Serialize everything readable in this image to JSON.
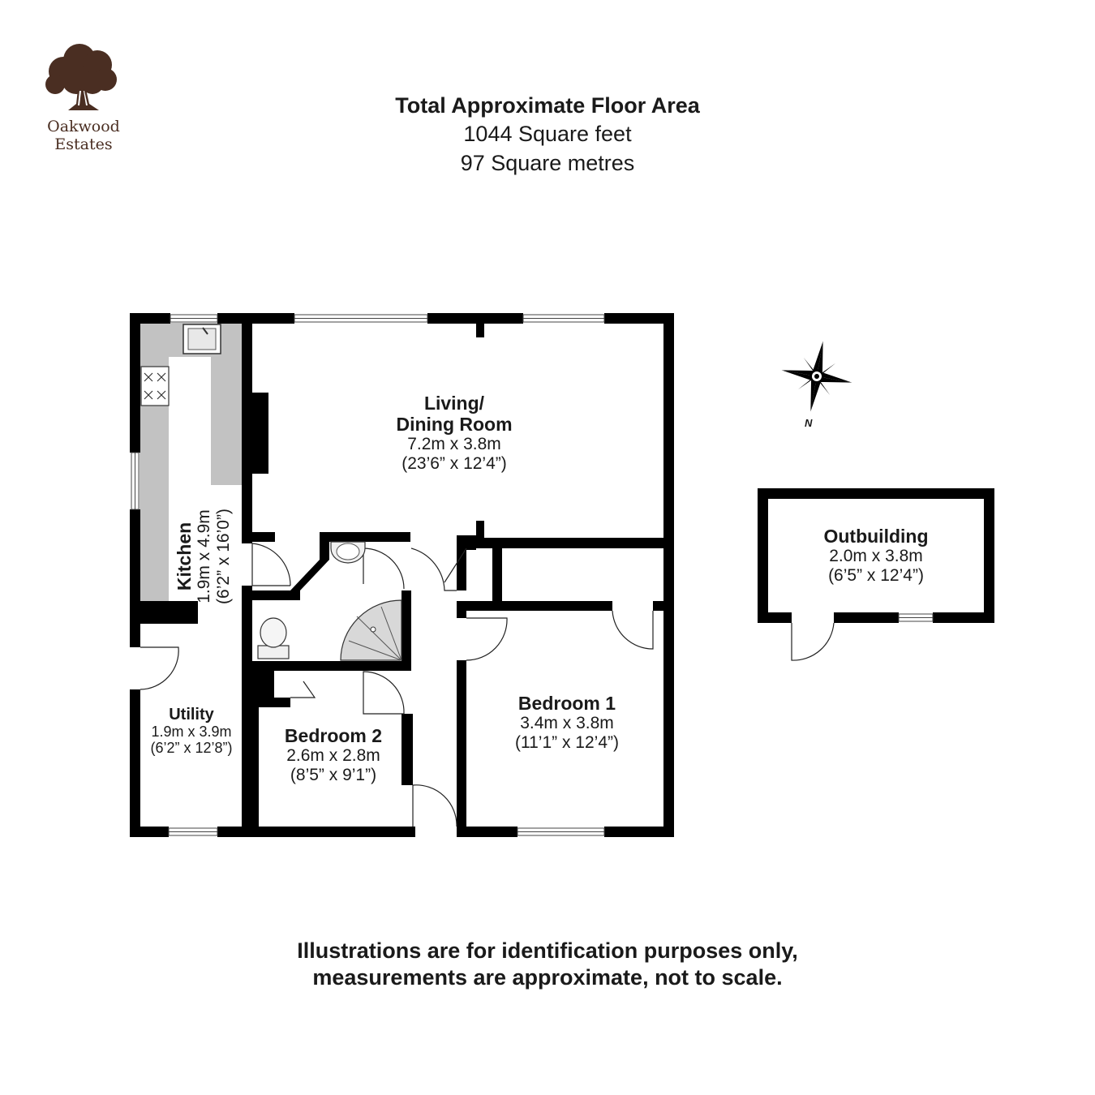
{
  "brand": {
    "line1": "Oakwood",
    "line2": "Estates",
    "color": "#4a2e22"
  },
  "header": {
    "title": "Total Approximate Floor Area",
    "sqft": "1044 Square feet",
    "sqm": "97 Square metres"
  },
  "rooms": {
    "living": {
      "name": "Living/\nDining Room",
      "metric": "7.2m x 3.8m",
      "imperial": "(23’6” x 12’4”)"
    },
    "kitchen": {
      "name": "Kitchen",
      "metric": "1.9m x 4.9m",
      "imperial": "(6’2” x 16’0”)"
    },
    "utility": {
      "name": "Utility",
      "metric": "1.9m x 3.9m",
      "imperial": "(6’2” x 12’8”)"
    },
    "bedroom1": {
      "name": "Bedroom 1",
      "metric": "3.4m x 3.8m",
      "imperial": "(11’1” x 12’4”)"
    },
    "bedroom2": {
      "name": "Bedroom 2",
      "metric": "2.6m x 2.8m",
      "imperial": "(8’5” x 9’1”)"
    },
    "outbuilding": {
      "name": "Outbuilding",
      "metric": "2.0m x 3.8m",
      "imperial": "(6’5” x 12’4”)"
    }
  },
  "compass": {
    "label": "N"
  },
  "footer": {
    "line1": "Illustrations are for identification purposes only,",
    "line2": "measurements are approximate, not to scale."
  },
  "colors": {
    "wall": "#000000",
    "worktop": "#c2c2c2",
    "logo": "#4a2e22"
  }
}
